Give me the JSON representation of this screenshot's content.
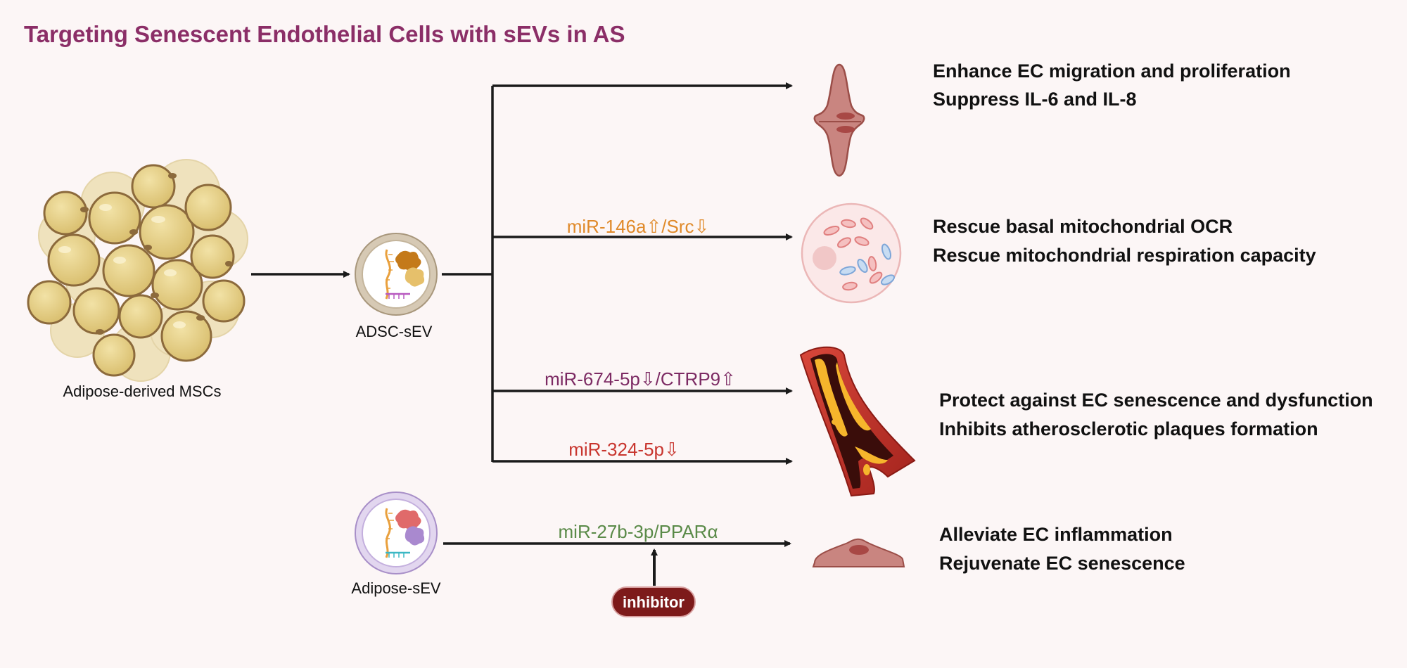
{
  "title": "Targeting Senescent Endothelial Cells with sEVs in AS",
  "sources": {
    "adipose_mscs": "Adipose-derived MSCs",
    "adsc_sev": "ADSC-sEV",
    "adipose_sev": "Adipose-sEV"
  },
  "pathways": {
    "p1": {
      "label": "miR-146a⇧/Src⇩",
      "color": "#e08a2a"
    },
    "p2": {
      "label": "miR-674-5p⇩/CTRP9⇧",
      "color": "#7c2a63"
    },
    "p3": {
      "label": "miR-324-5p⇩",
      "color": "#c8352e"
    },
    "p4": {
      "label": "miR-27b-3p/PPARα",
      "color": "#5a8a48"
    }
  },
  "inhibitor": {
    "label": "inhibitor",
    "color": "#7d1a1a"
  },
  "effects": {
    "e1": {
      "line1": "Enhance EC migration and proliferation",
      "line2": "Suppress  IL-6 and IL-8"
    },
    "e2": {
      "line1": "Rescue basal mitochondrial OCR",
      "line2": "Rescue mitochondrial respiration capacity"
    },
    "e3": {
      "line1": "Protect against EC senescence and dysfunction",
      "line2": "Inhibits atherosclerotic plaques formation"
    },
    "e4": {
      "line1": "Alleviate EC inflammation",
      "line2": "Rejuvenate EC senescence"
    }
  },
  "colors": {
    "title": "#8b2e67",
    "arrow": "#1a1a1a",
    "adipocyte_fill": "#e3cd86",
    "adipocyte_stroke": "#8c6a3c",
    "endothelial_cell": "#c98580",
    "vessel_wall": "#c0332a",
    "plaque": "#f6b52c"
  }
}
